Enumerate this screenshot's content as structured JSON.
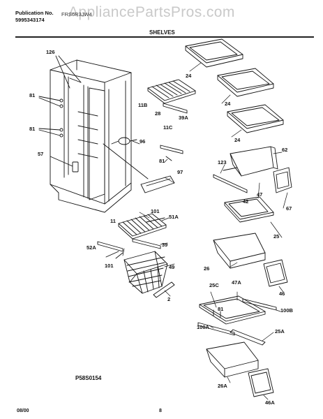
{
  "header": {
    "publication_label": "Publication No.",
    "publication_number": "5995343174",
    "model_title": "FRS6R3JW4",
    "section_title": "SHELVES",
    "watermark": "AppliancePartsPros.com"
  },
  "footer": {
    "date": "08/00",
    "page": "8",
    "drawing_number": "P58S0154"
  },
  "part_labels": {
    "p126": "126",
    "p81a": "81",
    "p81b": "81",
    "p57": "57",
    "p11b": "11B",
    "p28": "28",
    "p39a": "39A",
    "p96": "96",
    "p11c": "11C",
    "p81c": "81",
    "p97": "97",
    "p24a": "24",
    "p24b": "24",
    "p24c": "24",
    "p62": "62",
    "p123": "123",
    "p47": "47",
    "p42": "42",
    "p67": "67",
    "p25": "25",
    "p101a": "101",
    "p51a": "51A",
    "p11": "11",
    "p52a": "52A",
    "p39": "39",
    "p101b": "101",
    "p49": "49",
    "p2": "2",
    "p26": "26",
    "p46": "46",
    "p25c": "25C",
    "p47a": "47A",
    "p81d": "81",
    "p100b": "100B",
    "p100a": "100A",
    "p25a": "25A",
    "p26a": "26A",
    "p46a": "46A"
  }
}
